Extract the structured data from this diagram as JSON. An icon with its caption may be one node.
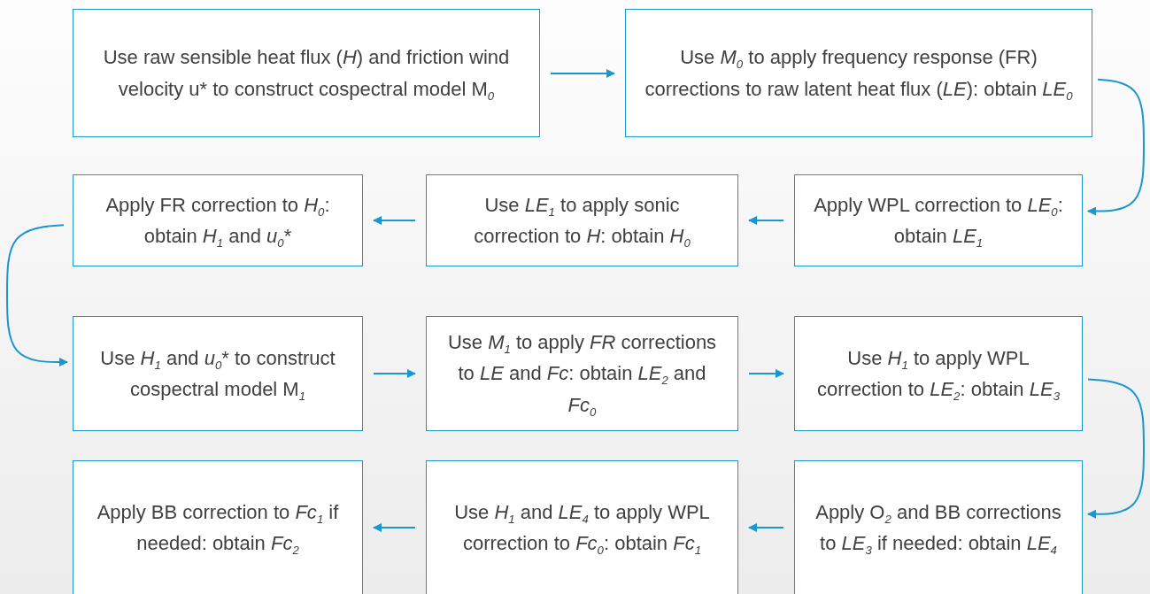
{
  "diagram": {
    "nodes": [
      {
        "text": [
          "Use raw sensible heat flux (*H*) and friction wind velocity u* to construct cospectral model M$_{0}$"
        ]
      },
      {
        "text": [
          "Use *M*$_{0}$ to apply frequency response (FR) corrections to raw latent heat flux (*LE*): obtain *LE*$_{0}$"
        ]
      },
      {
        "text": [
          "Apply FR correction to *H*$_{0}$: obtain *H*$_{1}$ and *u*$_{0}$*"
        ]
      },
      {
        "text": [
          "Use *LE*$_{1}$ to apply sonic correction to *H*: obtain *H*$_{0}$"
        ]
      },
      {
        "text": [
          "Apply WPL correction to *LE*$_{0}$: obtain *LE*$_{1}$"
        ]
      },
      {
        "text": [
          "Use *H*$_{1}$ and *u*$_{0}$* to construct cospectral model M$_{1}$"
        ]
      },
      {
        "text": [
          "Use *M*$_{1}$ to apply *FR* corrections to *LE* and *Fc*: obtain *LE*$_{2}$ and *Fc*$_{0}$"
        ]
      },
      {
        "text": [
          "Use *H*$_{1}$ to apply WPL correction to *LE*$_{2}$: obtain *LE*$_{3}$"
        ]
      },
      {
        "text": [
          "Apply BB correction to *Fc*$_{1}$ if needed: obtain *Fc*$_{2}$"
        ]
      },
      {
        "text": [
          "Use *H*$_{1}$ and *LE*$_{4}$ to apply WPL correction to *Fc*$_{0}$: obtain *Fc*$_{1}$"
        ]
      },
      {
        "text": [
          "Apply O$_{2}$ and BB corrections to *LE*$_{3}$ if needed: obtain *LE*$_{4}$"
        ]
      }
    ],
    "edges": [
      {
        "from": 0,
        "to": 1,
        "arrow": "to"
      },
      {
        "from": 1,
        "to": 4,
        "arrow": "to"
      },
      {
        "from": 4,
        "to": 3,
        "arrow": "to"
      },
      {
        "from": 3,
        "to": 2,
        "arrow": "to"
      },
      {
        "from": 2,
        "to": 5,
        "arrow": "to"
      },
      {
        "from": 5,
        "to": 6,
        "arrow": "to"
      },
      {
        "from": 6,
        "to": 7,
        "arrow": "to"
      },
      {
        "from": 7,
        "to": 10,
        "arrow": "to"
      },
      {
        "from": 10,
        "to": 9,
        "arrow": "to"
      },
      {
        "from": 9,
        "to": 8,
        "arrow": "to"
      }
    ]
  }
}
